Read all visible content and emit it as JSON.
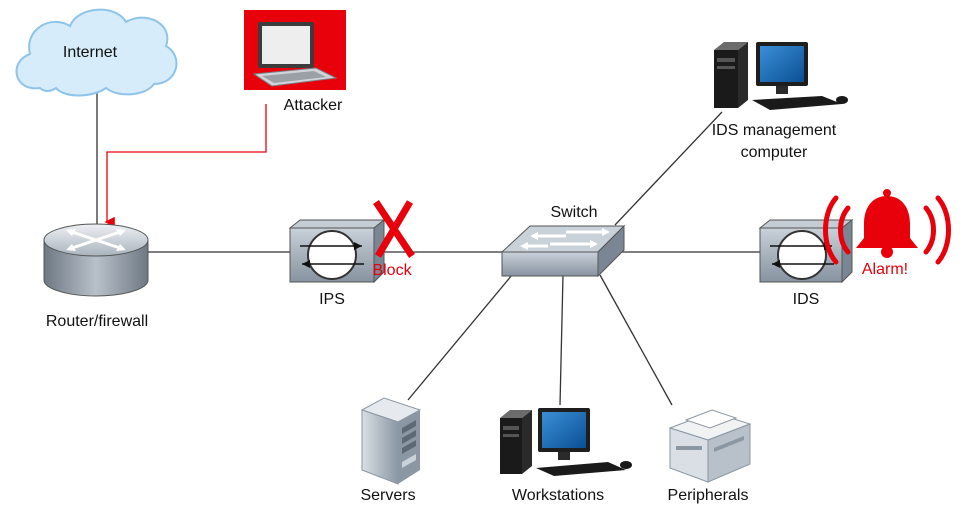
{
  "labels": {
    "internet": "Internet",
    "attacker": "Attacker",
    "router": "Router/firewall",
    "ips": "IPS",
    "block": "Block",
    "switch": "Switch",
    "ids": "IDS",
    "alarm": "Alarm!",
    "ids_mgmt": "IDS management computer",
    "servers": "Servers",
    "workstations": "Workstations",
    "peripherals": "Peripherals"
  },
  "colors": {
    "line": "#333333",
    "attack": "#e8000b",
    "attacker_bg": "#e8000b",
    "cloud_fill": "#d6ecfb",
    "cloud_stroke": "#8fc4ea",
    "device_gray": "#9aa6b2",
    "device_dark": "#5d6a76"
  },
  "icons": {
    "internet": "cloud-icon",
    "attacker": "laptop-icon",
    "router": "router-icon",
    "ips": "ips-sensor-icon",
    "block": "x-mark-icon",
    "switch": "switch-icon",
    "ids": "ids-sensor-icon",
    "alarm": "bell-icon",
    "ids_mgmt": "desktop-computer-icon",
    "servers": "server-tower-icon",
    "workstations": "desktop-computer-icon",
    "peripherals": "printer-icon"
  }
}
